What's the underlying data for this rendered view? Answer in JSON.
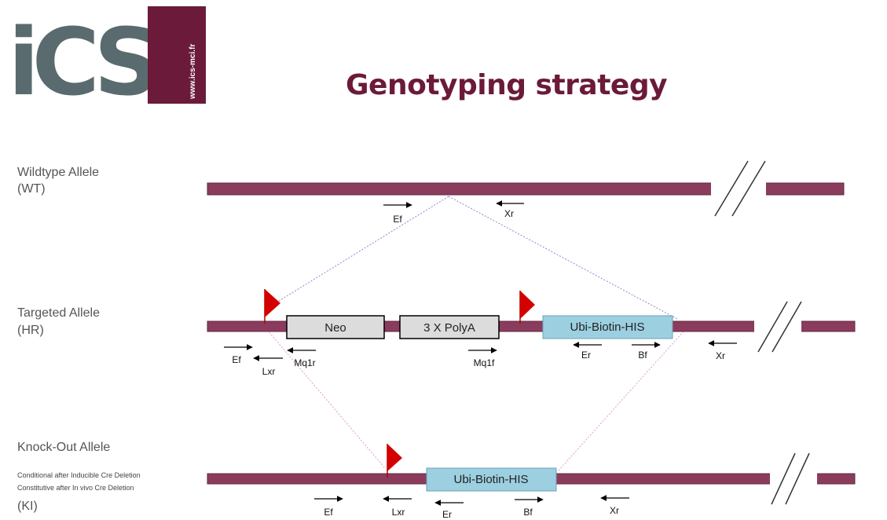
{
  "header": {
    "logo_text": "iCS",
    "logo_url_text": "www.ics-mci.fr",
    "title": "Genotyping strategy"
  },
  "alleles": {
    "wt": {
      "name": "Wildtype Allele",
      "abbr": "(WT)"
    },
    "hr": {
      "name": "Targeted Allele",
      "abbr": "(HR)"
    },
    "ki": {
      "name": "Knock-Out  Allele",
      "note1": "Conditional after  Inducible Cre Deletion",
      "note2": "Constitutive  after  In vivo Cre Deletion",
      "abbr": "(KI)"
    }
  },
  "elements": {
    "neo": "Neo",
    "polya": "3 X PolyA",
    "ubi_hr": "Ubi-Biotin-HIS",
    "ubi_ki": "Ubi-Biotin-HIS"
  },
  "primers": {
    "wt_ef": "Ef",
    "wt_xr": "Xr",
    "hr_ef": "Ef",
    "hr_lxr": "Lxr",
    "hr_mq1r": "Mq1r",
    "hr_mq1f": "Mq1f",
    "hr_er": "Er",
    "hr_bf": "Bf",
    "hr_xr": "Xr",
    "ki_ef": "Ef",
    "ki_lxr": "Lxr",
    "ki_er": "Er",
    "ki_bf": "Bf",
    "ki_xr": "Xr"
  },
  "colors": {
    "strand": "#8b3c5c",
    "brand": "#6b1a3a",
    "logo_gray": "#5a6b6f",
    "loxp_flag": "#d40000",
    "ubi_box": "#9ccfe0",
    "gray_box": "#dcdcdc",
    "wt_hr_guide": "#9b7fd0",
    "hr_ki_guide": "#e19ad0"
  }
}
